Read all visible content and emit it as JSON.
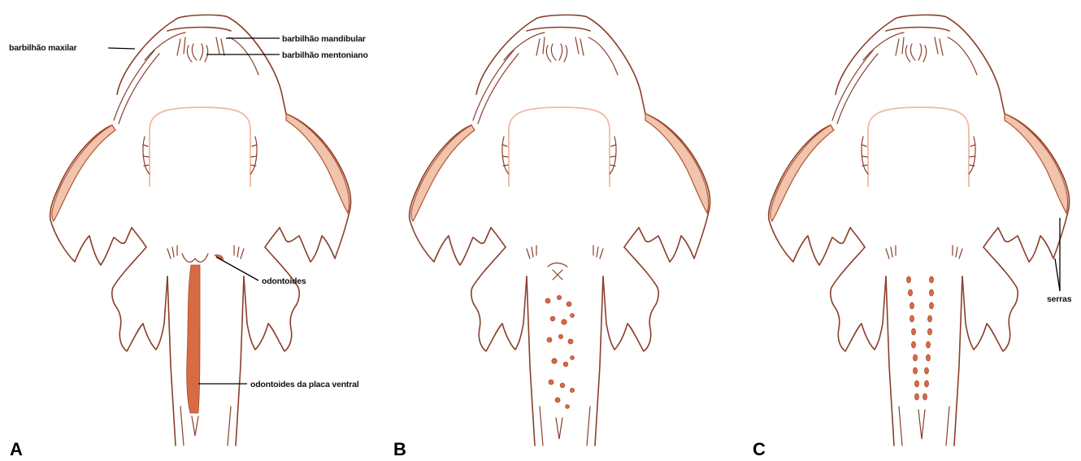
{
  "figure": {
    "panels": [
      {
        "letter": "A",
        "pattern": "stripe"
      },
      {
        "letter": "B",
        "pattern": "scattered"
      },
      {
        "letter": "C",
        "pattern": "rows"
      }
    ],
    "labels": {
      "barbilhao_maxilar": "barbilhão maxilar",
      "barbilhao_mandibular": "barbilhão mandibular",
      "barbilhao_mentoniano": "barbilhão mentoniano",
      "odontoides": "odontoides",
      "odontoides_placa_ventral": "odontoides da placa ventral",
      "serras": "serras"
    },
    "colors": {
      "outline": "#8a3f2a",
      "pattern": "#d86a44",
      "spine_fill": "#f1c4ad",
      "leader": "#000000"
    }
  }
}
